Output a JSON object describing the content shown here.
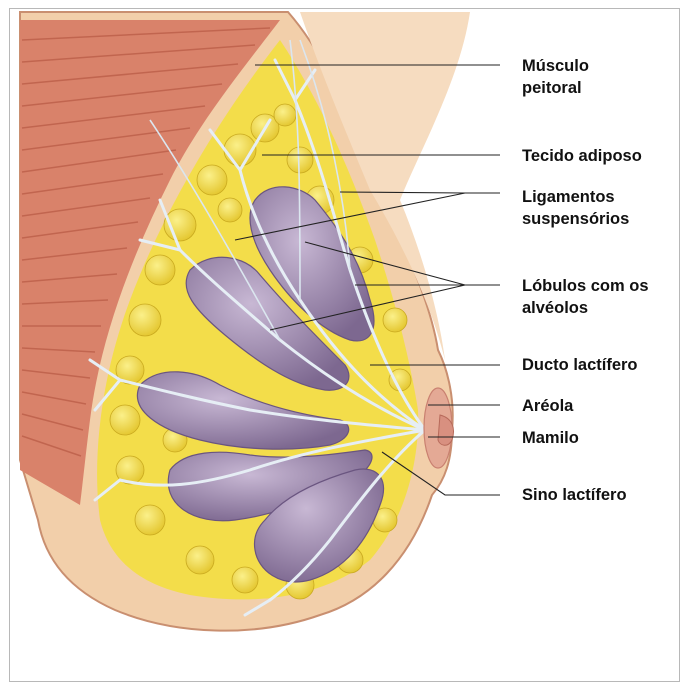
{
  "labels": {
    "musculo": {
      "line1": "Músculo",
      "line2": "peitoral"
    },
    "tecido": "Tecido adiposo",
    "ligamentos": {
      "line1": "Ligamentos",
      "line2": "suspensórios"
    },
    "lobulos": {
      "line1": "Lóbulos com os",
      "line2": "alvéolos"
    },
    "ducto": "Ducto lactífero",
    "areola": "Aréola",
    "mamilo": "Mamilo",
    "sino": "Sino lactífero"
  },
  "colors": {
    "skin": "#f2cfaa",
    "skin_edge": "#c98f70",
    "muscle": "#d9826a",
    "muscle_stripe": "#b85a44",
    "fat": "#f3dd4a",
    "fat_dark": "#d4b626",
    "lobule": "#8f7a9e",
    "lobule_light": "#b5a3c2",
    "duct": "#e6eef5",
    "areola": "#e4a995",
    "leader": "#222222"
  }
}
